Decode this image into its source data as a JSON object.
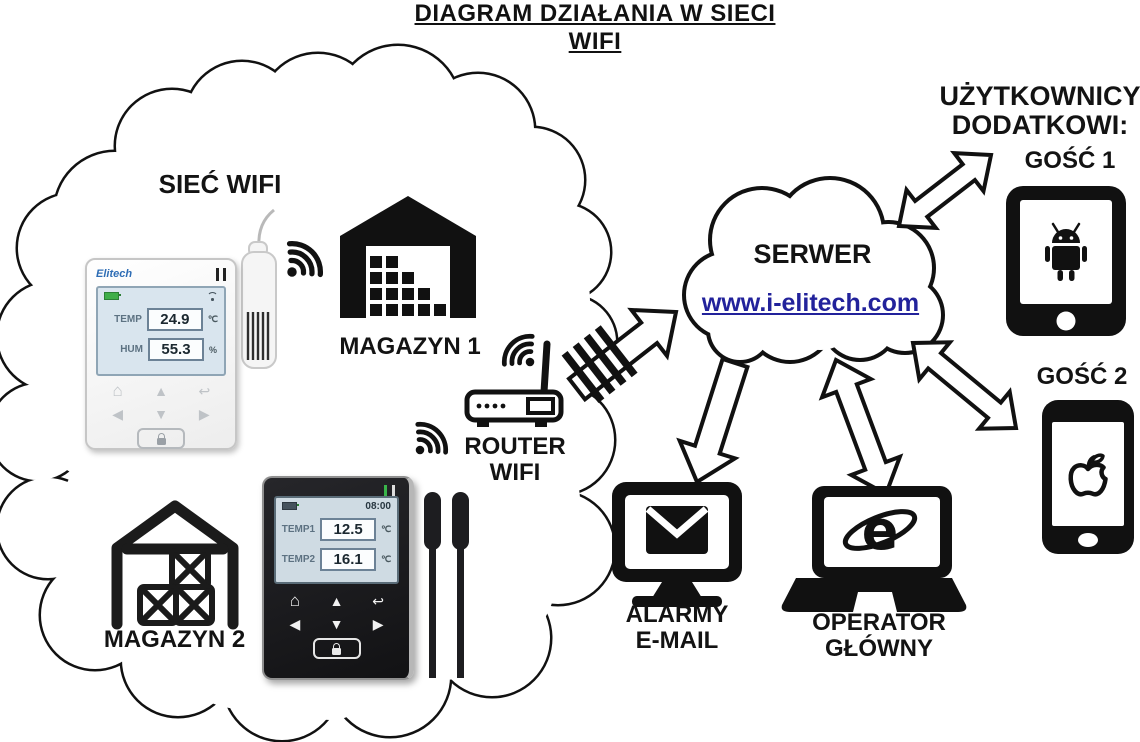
{
  "title": "DIAGRAM DZIAŁANIA W SIECI WIFI",
  "network": {
    "label": "SIEĆ WIFI",
    "magazyn1_label": "MAGAZYN 1",
    "magazyn2_label": "MAGAZYN 2",
    "router_label_1": "ROUTER",
    "router_label_2": "WIFI",
    "device_keys": [
      "⌂",
      "▲",
      "↩",
      "◀",
      "▼",
      "▶"
    ],
    "logger1": {
      "brand": "Elitech",
      "temp_label": "TEMP",
      "temp_value": "24.9",
      "temp_unit": "℃",
      "hum_label": "HUM",
      "hum_value": "55.3",
      "hum_unit": "%"
    },
    "logger2": {
      "time": "08:00",
      "temp1_label": "TEMP1",
      "temp1_value": "12.5",
      "temp1_unit": "℃",
      "temp2_label": "TEMP2",
      "temp2_value": "16.1",
      "temp2_unit": "℃"
    }
  },
  "server": {
    "label": "SERWER",
    "url": "www.i-elitech.com",
    "url_color": "#22229b"
  },
  "alarms": {
    "line1": "ALARMY",
    "line2": "E-MAIL"
  },
  "operator": {
    "line1": "OPERATOR",
    "line2": "GŁÓWNY",
    "ie_letter": "e"
  },
  "users": {
    "line1": "UŻYTKOWNICY",
    "line2": "DODATKOWI:",
    "guest1_label": "GOŚĆ 1",
    "guest2_label": "GOŚĆ 2"
  }
}
